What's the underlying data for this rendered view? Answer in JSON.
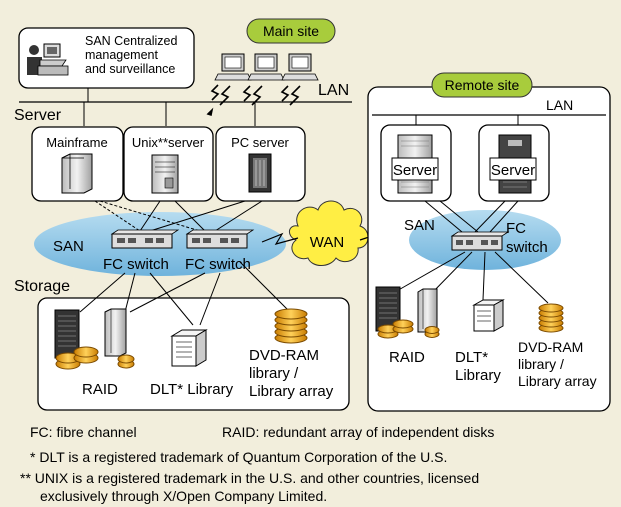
{
  "colors": {
    "background": "#f2eedc",
    "site_label_fill": "#a8cc3c",
    "san_ellipse": "#9ecde8",
    "box_fill": "#ffffff",
    "wan_cloud": "#ffee44",
    "disk_gold": "#e8a21a"
  },
  "diagram": {
    "main_site_label": "Main site",
    "remote_site_label": "Remote site",
    "san_mgmt": {
      "icon": "workstation-icon",
      "line1": "SAN Centralized",
      "line2": "management",
      "line3": "and surveillance"
    },
    "lan_main": "LAN",
    "lan_remote": "LAN",
    "server_section": "Server",
    "storage_section": "Storage",
    "servers": {
      "mainframe": "Mainframe",
      "unix": "Unix**server",
      "pc": "PC server"
    },
    "san_main": "SAN",
    "san_remote": "SAN",
    "fc_switch_1": "FC switch",
    "fc_switch_2": "FC switch",
    "remote_fc_line1": "FC",
    "remote_fc_line2": "switch",
    "wan": "WAN",
    "remote_server_1": "Server",
    "remote_server_2": "Server",
    "main_storage": {
      "raid": "RAID",
      "dlt": "DLT* Library",
      "dvd_line1": "DVD-RAM",
      "dvd_line2": "library /",
      "dvd_line3": "Library array"
    },
    "remote_storage": {
      "raid": "RAID",
      "dlt_line1": "DLT*",
      "dlt_line2": "Library",
      "dvd_line1": "DVD-RAM",
      "dvd_line2": "library /",
      "dvd_line3": "Library array"
    }
  },
  "notes": {
    "fc_def": "FC: fibre channel",
    "raid_def": "RAID: redundant array of independent disks",
    "dlt_tm": "* DLT is a registered trademark of Quantum Corporation of the U.S.",
    "unix_tm_1": "** UNIX is a registered trademark in the U.S. and other countries, licensed",
    "unix_tm_2": "exclusively through X/Open Company Limited."
  }
}
